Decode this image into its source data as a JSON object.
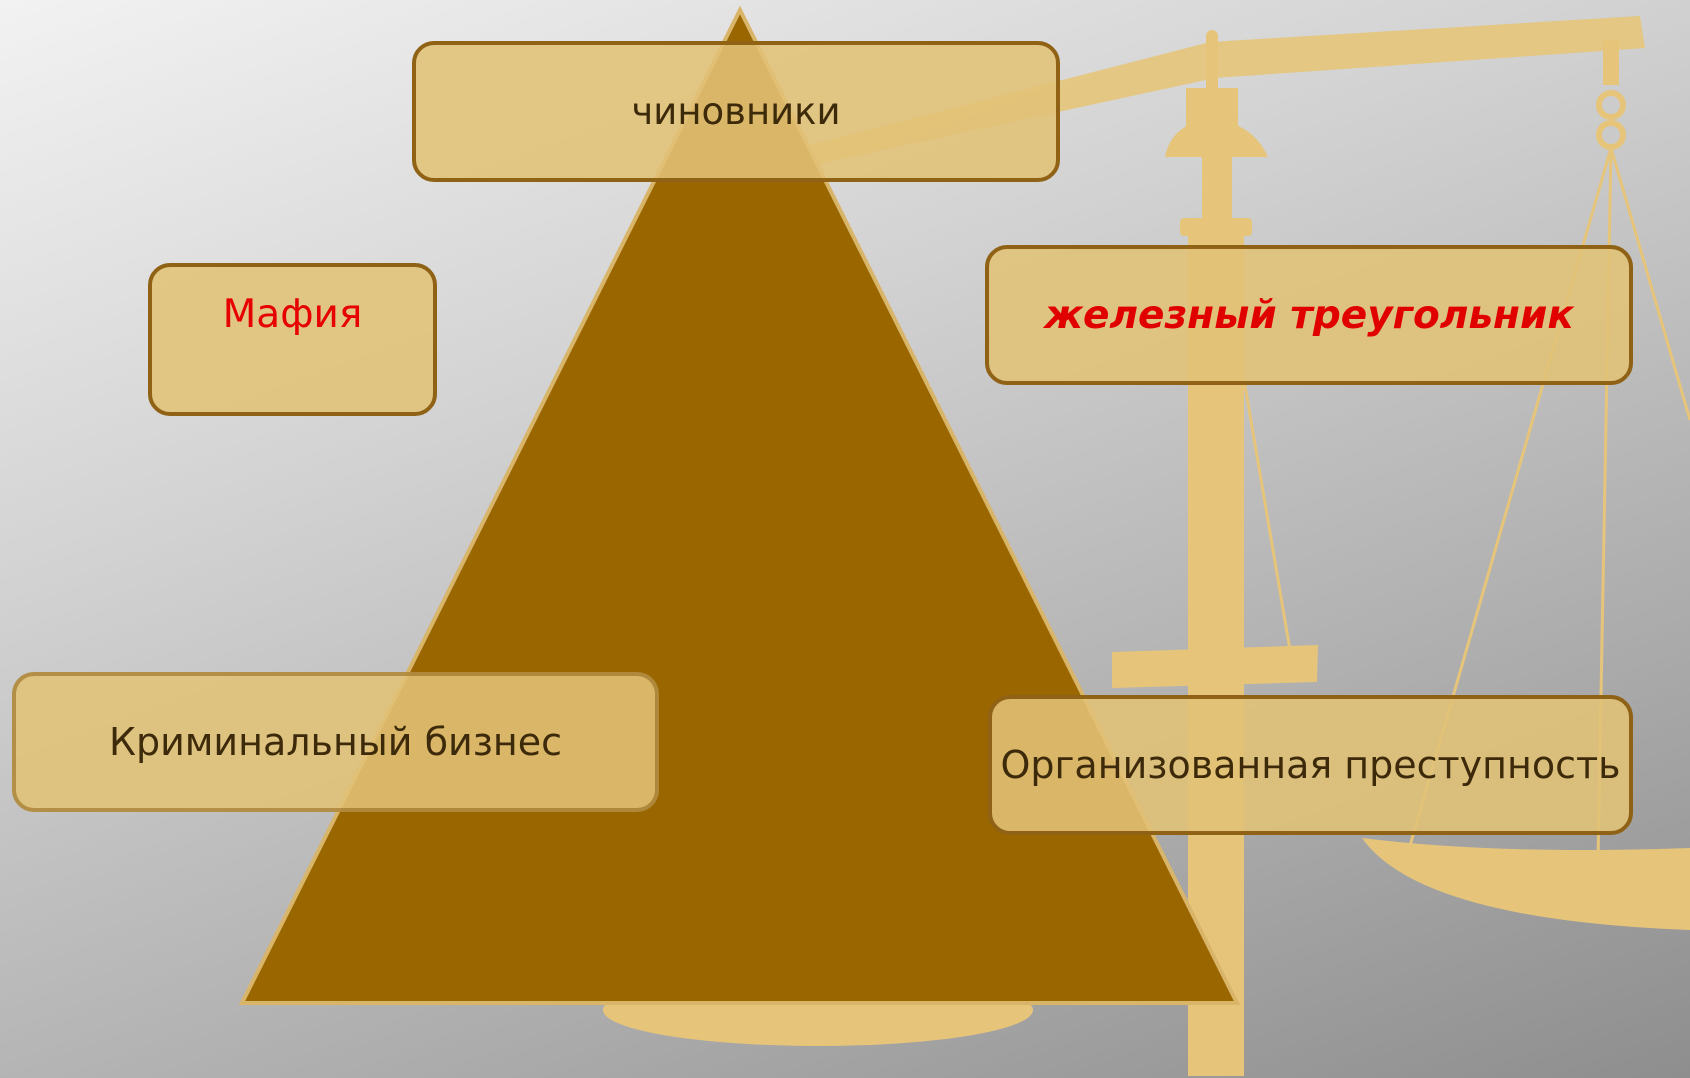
{
  "diagram": {
    "title_box": {
      "label": "железный треугольник",
      "color": "#e00000"
    },
    "nodes": [
      {
        "id": "officials",
        "label": "чиновники"
      },
      {
        "id": "mafia",
        "label": "Мафия",
        "color": "#e60000"
      },
      {
        "id": "criminal_business",
        "label": "Криминальный бизнес"
      },
      {
        "id": "organized_crime",
        "label": "Организованная преступность"
      }
    ]
  },
  "colors": {
    "pyramid": "#996600",
    "scales": "#e6c57a",
    "box_fill": "#e1c276",
    "box_border": "#8f6215",
    "text": "#3d2a0a"
  },
  "icons": [
    "scales-of-justice-icon",
    "pyramid-shape"
  ]
}
